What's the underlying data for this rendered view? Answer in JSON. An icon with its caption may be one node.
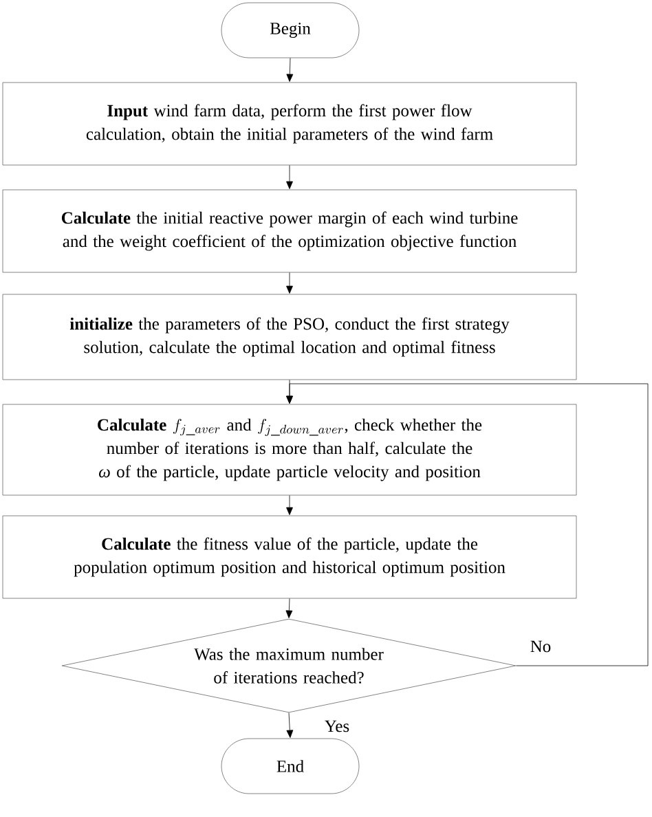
{
  "diagram": {
    "nodes": [
      {
        "text": [
          "Begin"
        ]
      },
      {
        "text": [
          "**Input** wind farm data, perform the first power flow calculation, obtain the initial parameters of the wind farm"
        ]
      },
      {
        "text": [
          "**Calculate** the initial reactive power margin of each wind turbine and the weight coefficient of the optimization objective function"
        ]
      },
      {
        "text": [
          "**initialize** the parameters of the PSO, conduct the first strategy solution, calculate the optimal location and optimal fitness"
        ]
      },
      {
        "text": [
          "**Calculate**",
          "f_{j\\_aver}",
          "and",
          "f_{j\\_down\\_aver}",
          ", check whether the number of iterations is more than half, calculate the *ω* of the particle, update particle velocity and position"
        ]
      },
      {
        "text": [
          "**Calculate** the fitness value of the particle, update the population optimum position and historical optimum position"
        ]
      },
      {
        "text": [
          "Was the maximum number of iterations reached?"
        ]
      },
      {
        "text": [
          "End"
        ]
      }
    ],
    "edges": [
      {
        "from": 0,
        "to": 1,
        "arrow": "to"
      },
      {
        "from": 1,
        "to": 2,
        "arrow": "to"
      },
      {
        "from": 2,
        "to": 3,
        "arrow": "to"
      },
      {
        "from": 3,
        "to": 4,
        "arrow": "to"
      },
      {
        "from": 4,
        "to": 5,
        "arrow": "to"
      },
      {
        "from": 5,
        "to": 6,
        "arrow": "to"
      },
      {
        "from": 6,
        "to": 7,
        "arrow": "to",
        "label": "Yes"
      },
      {
        "from": 6,
        "to": 4,
        "arrow": "to",
        "label": "No"
      }
    ]
  }
}
